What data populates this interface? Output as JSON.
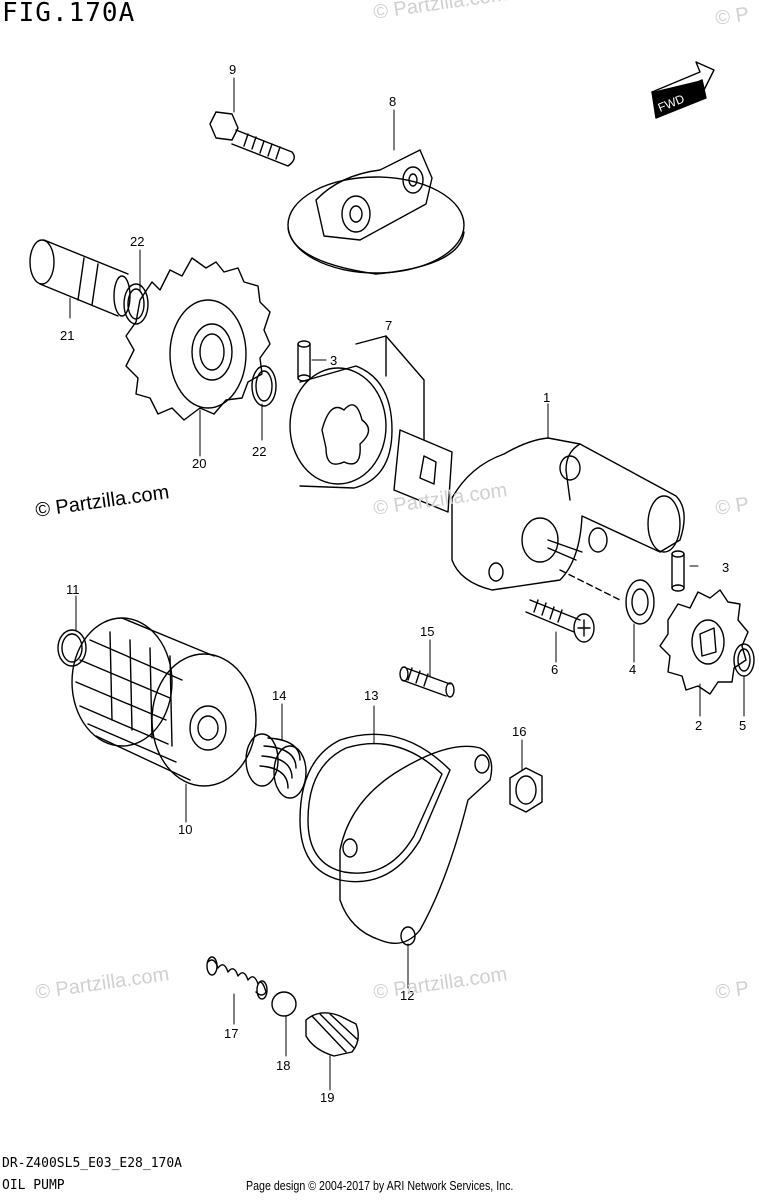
{
  "figure": {
    "title": "FIG.170A",
    "code": "DR-Z400SL5_E03_E28_170A",
    "name": "OIL PUMP",
    "credit": "Page design © 2004-2017 by ARI Network Services, Inc.",
    "direction_label": "FWD"
  },
  "watermarks": {
    "text": "© Partzilla.com",
    "partial": "© P"
  },
  "callouts": [
    "1",
    "2",
    "3",
    "4",
    "5",
    "6",
    "7",
    "8",
    "9",
    "10",
    "11",
    "12",
    "13",
    "14",
    "15",
    "16",
    "17",
    "18",
    "19",
    "20",
    "21",
    "22"
  ]
}
